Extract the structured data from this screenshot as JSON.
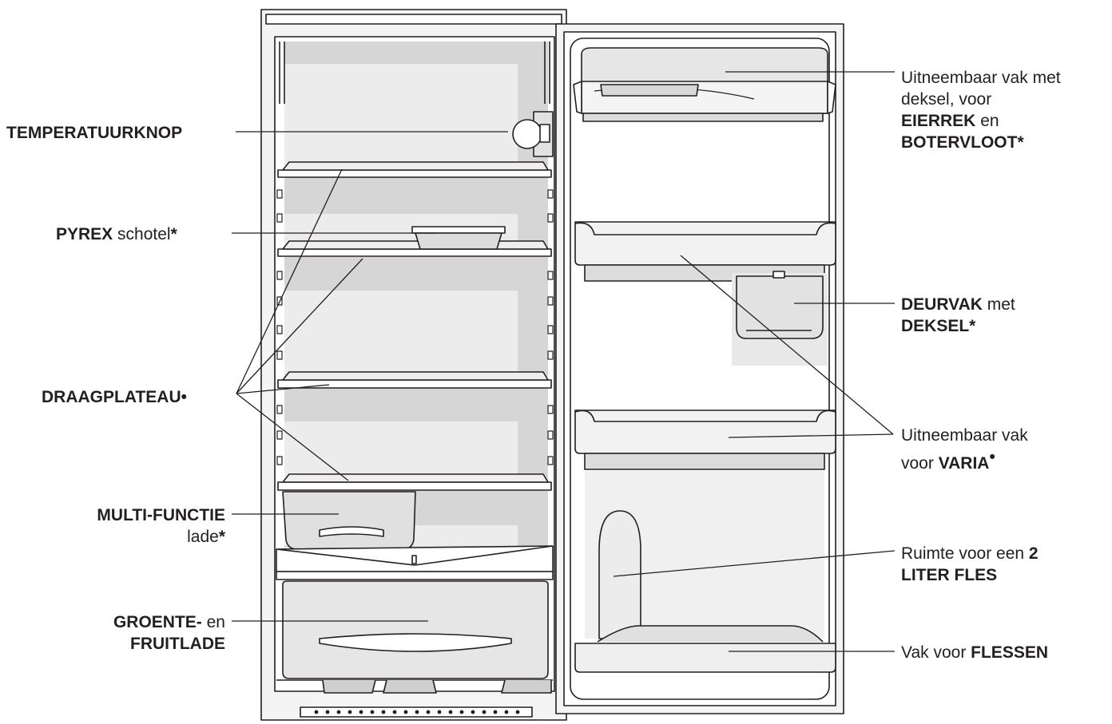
{
  "labels": {
    "temp": {
      "bold": "TEMPERATUURKNOP"
    },
    "pyrex": {
      "bold": "PYREX",
      "normal": " schotel",
      "star": "*"
    },
    "draag": {
      "bold": "DRAAGPLATEAU",
      "dot": "•"
    },
    "multi": {
      "line1_bold": "MULTI-FUNCTIE",
      "line2_normal": "lade",
      "star": "*"
    },
    "groente": {
      "line1_bold": "GROENTE-",
      "line1_normal": " en",
      "line2_bold": "FRUITLADE"
    },
    "eier": {
      "line1": "Uitneembaar vak met",
      "line2": "deksel, voor",
      "line3_bold": "EIERREK",
      "line3_normal": " en",
      "line4_bold": "BOTERVLOOT*"
    },
    "deurvak": {
      "line1_bold": "DEURVAK",
      "line1_normal": " met",
      "line2_bold": "DEKSEL*"
    },
    "varia": {
      "line1": "Uitneembaar vak",
      "line2_normal": "voor ",
      "line2_bold": "VARIA",
      "dot": "•"
    },
    "fles": {
      "line1_normal": "Ruimte voor een ",
      "line1_bold": "2",
      "line2_bold": "LITER FLES"
    },
    "flessen": {
      "normal": "Vak voor ",
      "bold": "FLESSEN"
    }
  },
  "colors": {
    "line": "#231f20",
    "fill_light": "#f2f2f2",
    "fill_mid": "#d9d9d9",
    "fill_dark": "#bdbdbd"
  }
}
